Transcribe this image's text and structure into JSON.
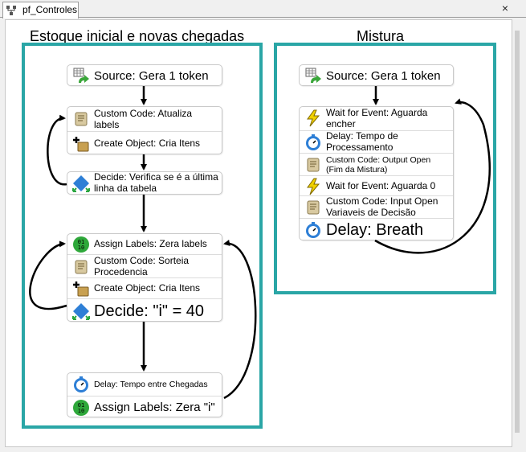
{
  "tab": {
    "title": "pf_Controles"
  },
  "close_glyph": "×",
  "panels": [
    {
      "title": "Estoque inicial e novas chegadas"
    },
    {
      "title": "Mistura"
    }
  ],
  "left": {
    "source": "Source: Gera 1 token",
    "code_atualiza": "Custom Code: Atualiza labels",
    "create_itens_1": "Create Object: Cria Itens",
    "decide_verifica": "Decide: Verifica se é a última linha da tabela",
    "assign_zera_labels": "Assign Labels: Zera labels",
    "code_sorteia": "Custom Code: Sorteia Procedencia",
    "create_itens_2": "Create Object: Cria Itens",
    "decide_i40": "Decide: \"i\" = 40",
    "delay_chegadas": "Delay: Tempo entre Chegadas",
    "assign_zera_i": "Assign Labels: Zera \"i\""
  },
  "right": {
    "source": "Source: Gera 1 token",
    "wait_encher": "Wait for Event: Aguarda encher",
    "delay_processamento": "Delay: Tempo de Processamento",
    "code_output_open": "Custom Code: Output Open (Fim da Mistura)",
    "wait_zero": "Wait for Event: Aguarda 0",
    "code_input_open": "Custom Code: Input Open Variaveis de Decisão",
    "delay_breath": "Delay: Breath"
  },
  "colors": {
    "panel_border": "#2aa6a6",
    "connector": "#000000"
  }
}
